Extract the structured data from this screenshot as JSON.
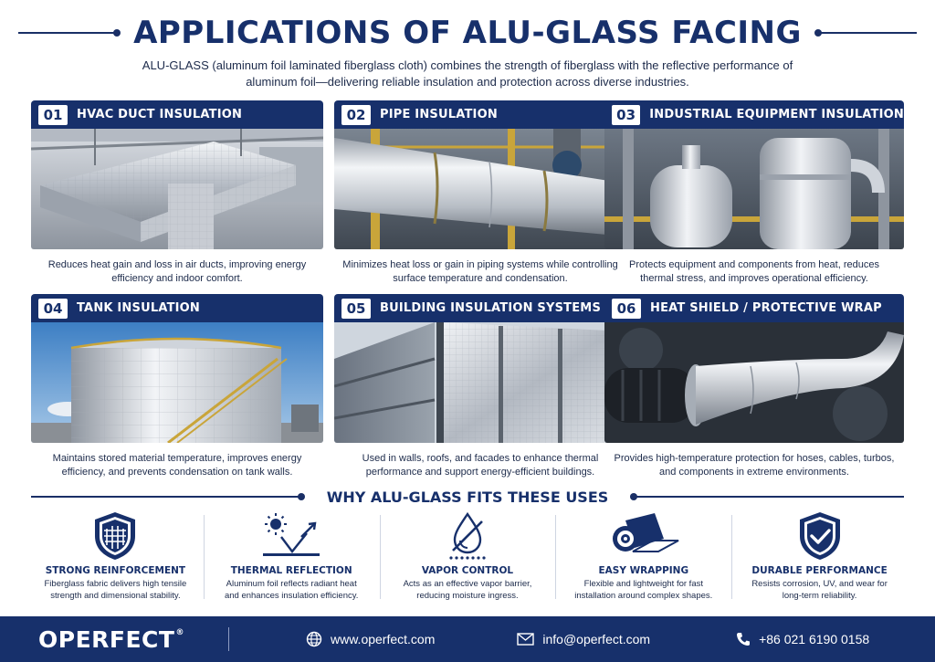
{
  "title": "APPLICATIONS OF ALU-GLASS FACING",
  "subtitle": "ALU-GLASS (aluminum foil laminated fiberglass cloth) combines the strength of fiberglass with the reflective performance of aluminum foil—delivering reliable insulation and protection across diverse industries.",
  "colors": {
    "brand_navy": "#17306b",
    "foil": "#c9ced6",
    "background": "#ffffff"
  },
  "applications": [
    {
      "number": "01",
      "title": "HVAC DUCT INSULATION",
      "image_icon": "hvac-duct-photo",
      "description": "Reduces heat gain and loss in air ducts, improving energy efficiency and indoor comfort."
    },
    {
      "number": "02",
      "title": "PIPE INSULATION",
      "image_icon": "pipe-photo",
      "description": "Minimizes heat loss or gain in piping systems while controlling surface temperature and condensation."
    },
    {
      "number": "03",
      "title": "INDUSTRIAL EQUIPMENT INSULATION",
      "image_icon": "equipment-photo",
      "description": "Protects equipment and components from heat, reduces thermal stress, and improves operational efficiency."
    },
    {
      "number": "04",
      "title": "TANK INSULATION",
      "image_icon": "tank-photo",
      "description": "Maintains stored material temperature, improves energy efficiency, and prevents condensation on tank walls."
    },
    {
      "number": "05",
      "title": "BUILDING INSULATION SYSTEMS",
      "image_icon": "building-photo",
      "description": "Used in walls, roofs, and facades to enhance thermal performance and support energy-efficient buildings."
    },
    {
      "number": "06",
      "title": "HEAT SHIELD / PROTECTIVE WRAP",
      "image_icon": "heat-shield-photo",
      "description": "Provides high-temperature protection for hoses, cables, turbos, and components in extreme environments."
    }
  ],
  "why": {
    "title": "WHY ALU-GLASS FITS THESE USES",
    "features": [
      {
        "icon": "mesh-shield-icon",
        "title": "STRONG REINFORCEMENT",
        "line1": "Fiberglass fabric delivers high tensile",
        "line2": "strength and dimensional stability."
      },
      {
        "icon": "sun-reflection-icon",
        "title": "THERMAL REFLECTION",
        "line1": "Aluminum foil reflects radiant heat",
        "line2": "and enhances insulation efficiency."
      },
      {
        "icon": "water-drop-slash-icon",
        "title": "VAPOR CONTROL",
        "line1": "Acts as an effective vapor barrier,",
        "line2": "reducing moisture ingress."
      },
      {
        "icon": "foil-roll-icon",
        "title": "EASY WRAPPING",
        "line1": "Flexible and lightweight for fast",
        "line2": "installation around complex shapes."
      },
      {
        "icon": "check-shield-icon",
        "title": "DURABLE PERFORMANCE",
        "line1": "Resists corrosion, UV, and wear for",
        "line2": "long-term reliability."
      }
    ]
  },
  "footer": {
    "logo": "OPERFECT",
    "logo_mark": "®",
    "website": "www.operfect.com",
    "email": "info@operfect.com",
    "phone": "+86 021 6190 0158"
  }
}
